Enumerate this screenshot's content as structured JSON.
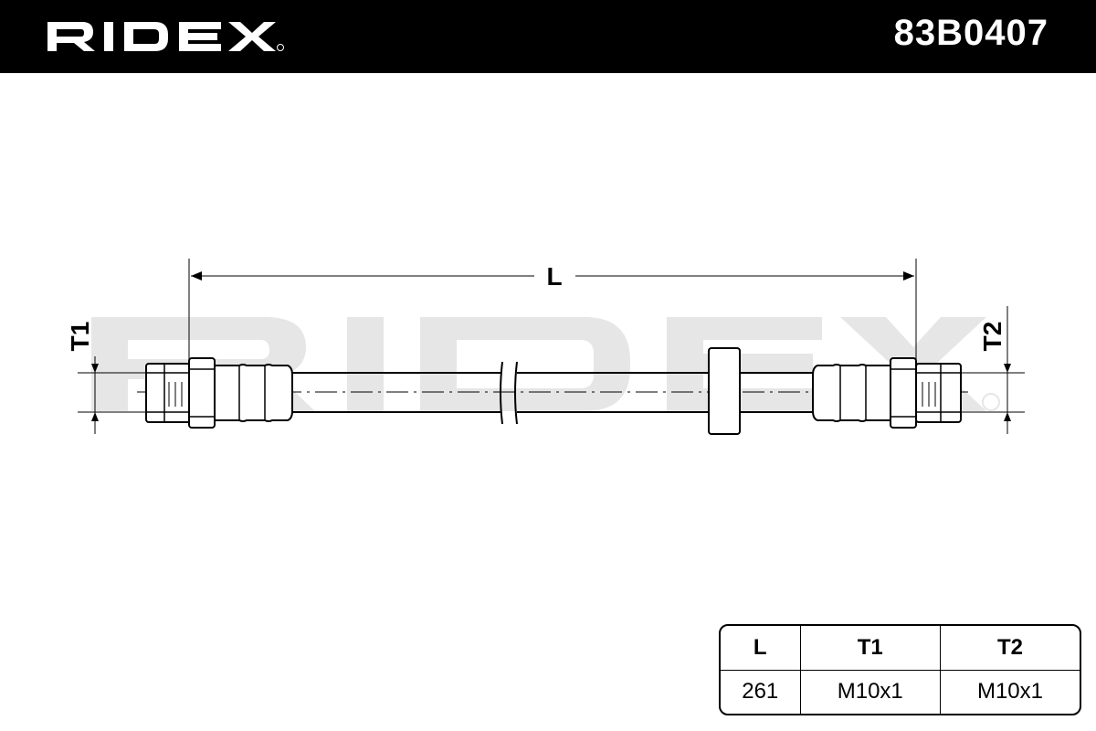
{
  "header": {
    "brand": "RIDEX",
    "part_number": "83B0407"
  },
  "dimension_labels": {
    "length": "L",
    "thread_left": "T1",
    "thread_right": "T2"
  },
  "spec_table": {
    "headers": [
      "L",
      "T1",
      "T2"
    ],
    "values": [
      "261",
      "M10x1",
      "M10x1"
    ]
  },
  "colors": {
    "header_bg": "#000000",
    "header_text": "#ffffff",
    "line": "#000000",
    "watermark": "#e6e6e6"
  }
}
